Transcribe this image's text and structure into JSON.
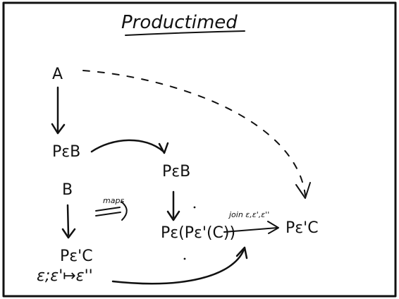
{
  "title": "Productimed",
  "nodes": {
    "a": "A",
    "pe_b_left": "PεB",
    "b": "B",
    "pe_b_mid": "PεB",
    "pe_c_left": "Pε'C",
    "pe_expr": "Pε(Pε'(C))",
    "pe_c_right": "Pε'C",
    "eq_text": "ε;ε'↦ε''"
  },
  "edge_labels": {
    "map": "maps",
    "join": "join ε,ε',ε''"
  },
  "colors": {
    "ink": "#111111",
    "frame": "#111111",
    "background": "#ffffff"
  }
}
